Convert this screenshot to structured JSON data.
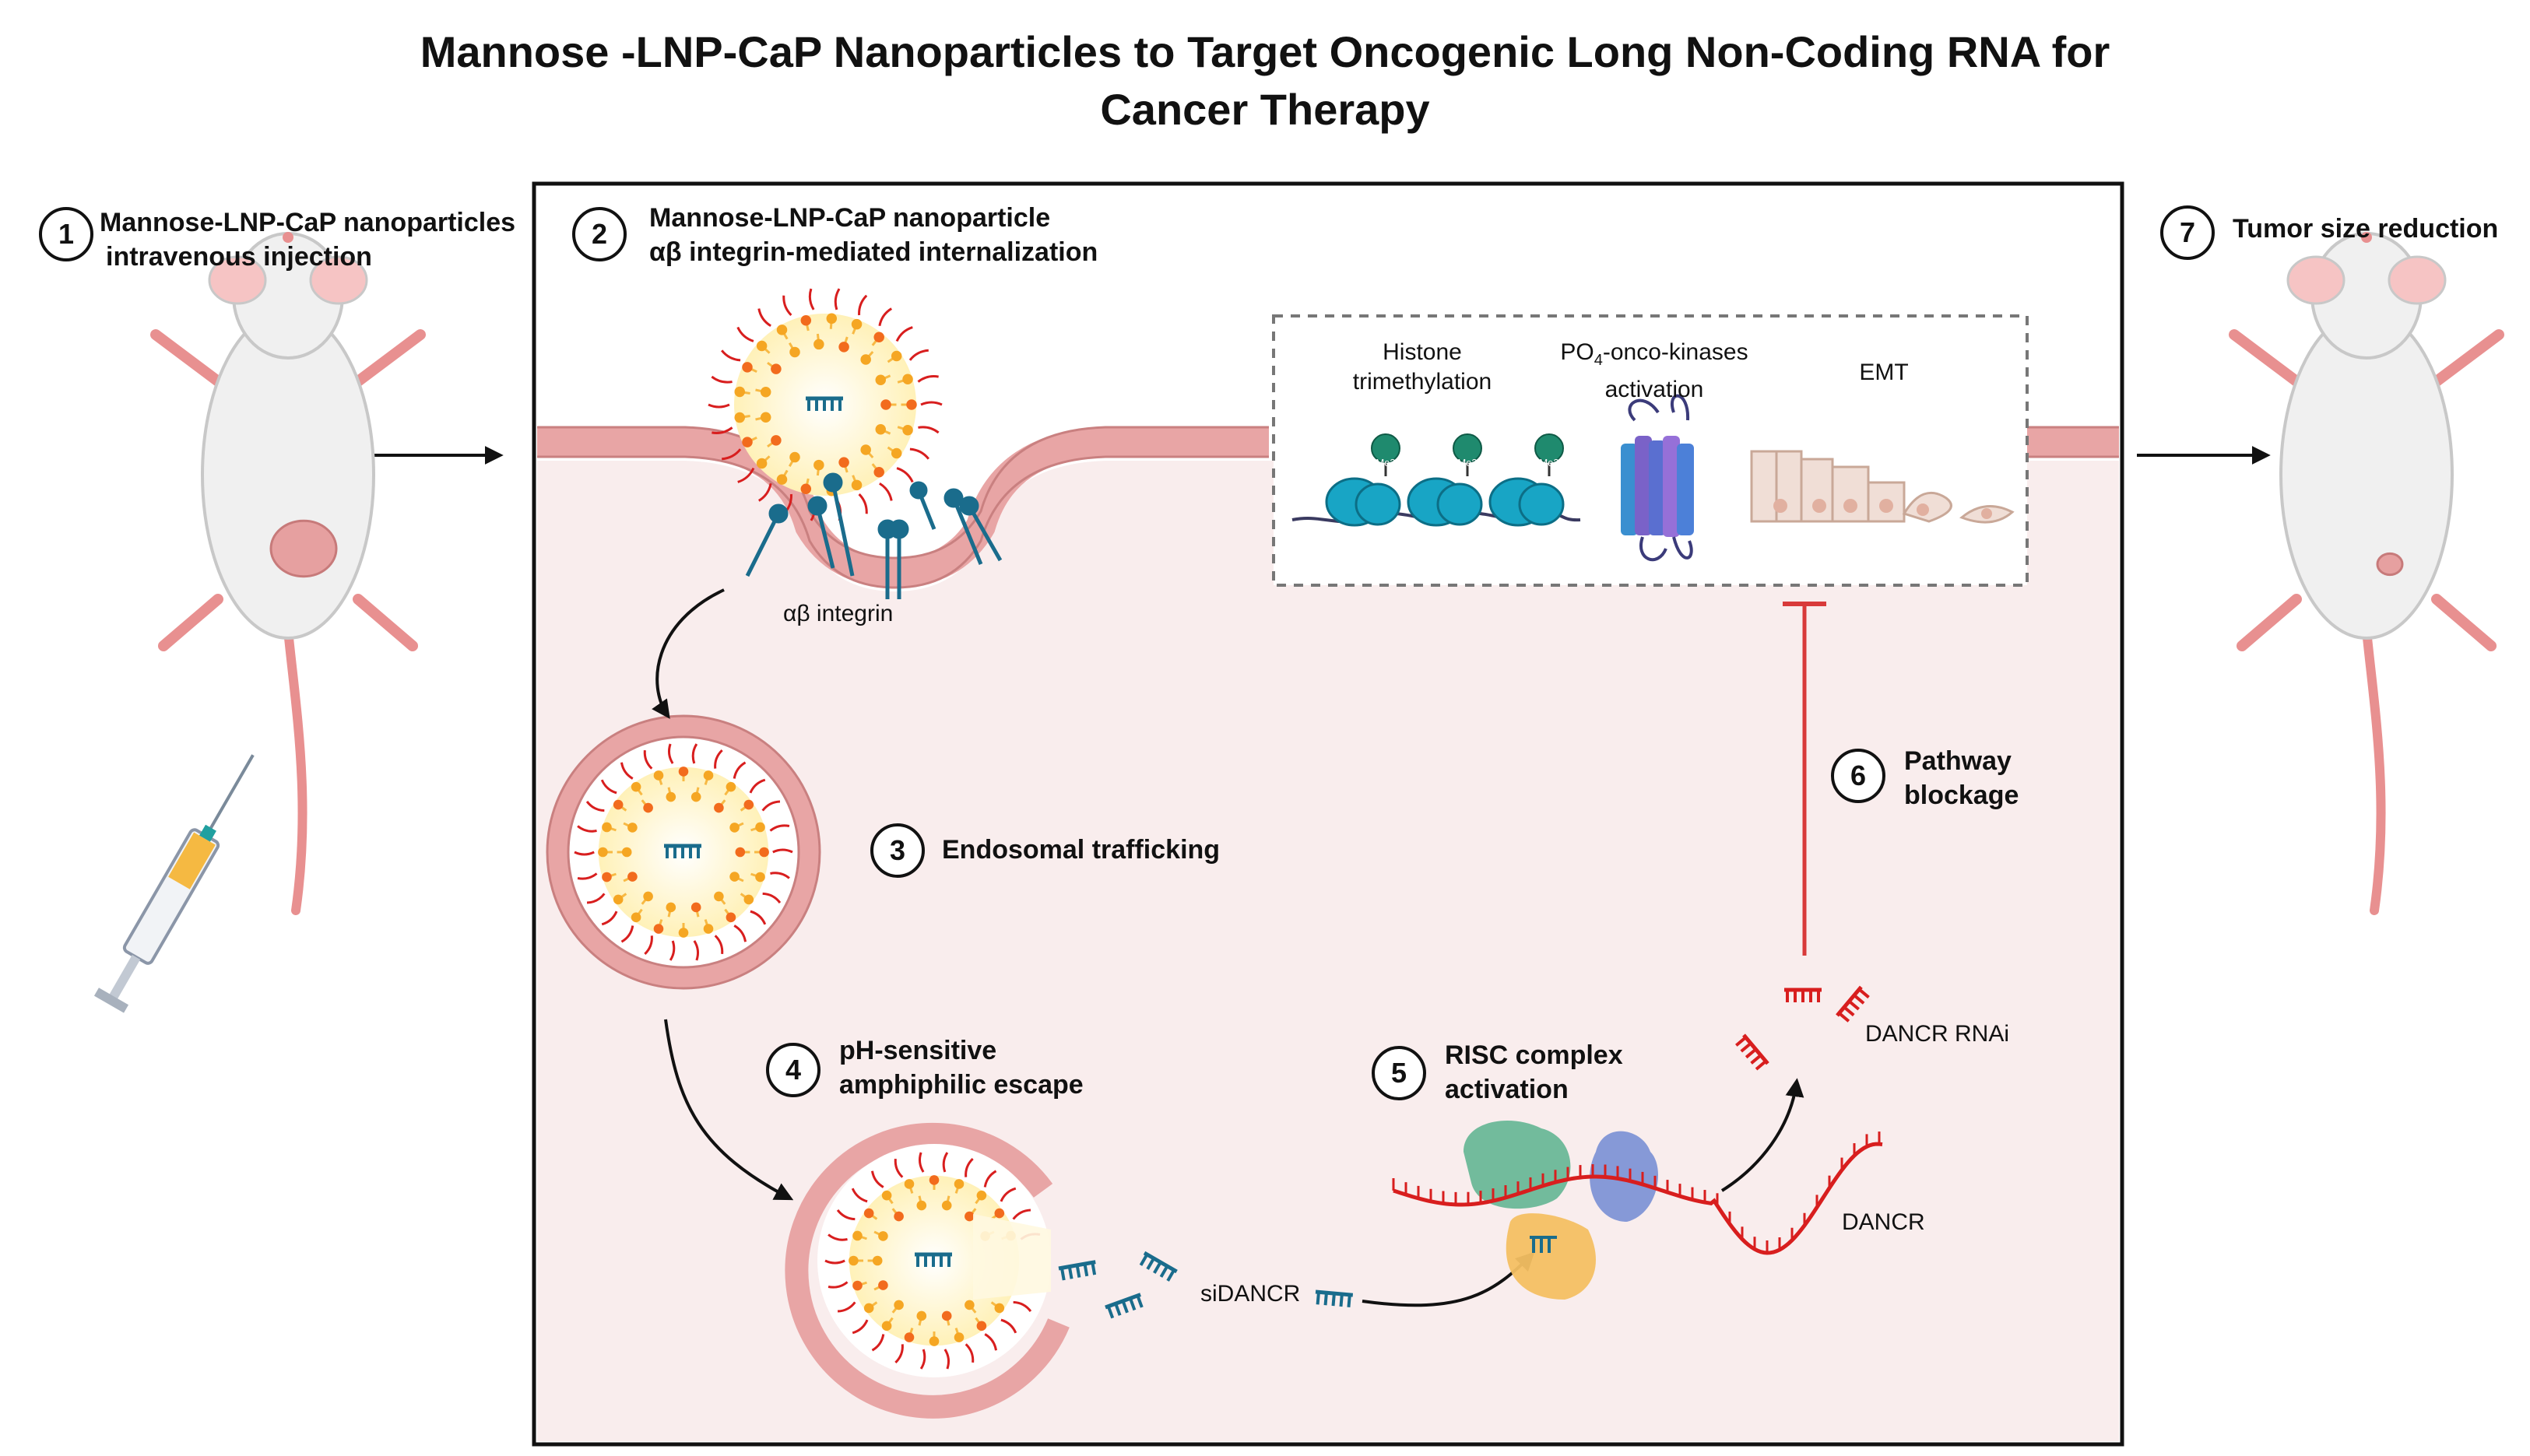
{
  "title": {
    "line1": "Mannose -LNP-CaP Nanoparticles to Target Oncogenic Long Non-Coding RNA for",
    "line2": "Cancer Therapy"
  },
  "steps": [
    {
      "num": "1",
      "line1": "Mannose-LNP-CaP nanoparticles",
      "line2": "intravenous injection"
    },
    {
      "num": "2",
      "line1": "Mannose-LNP-CaP nanoparticle",
      "line2": "αβ integrin-mediated internalization"
    },
    {
      "num": "3",
      "line1": "Endosomal trafficking"
    },
    {
      "num": "4",
      "line1": "pH-sensitive",
      "line2": "amphiphilic escape"
    },
    {
      "num": "5",
      "line1": "RISC complex",
      "line2": "activation"
    },
    {
      "num": "6",
      "line1": "Pathway",
      "line2": "blockage"
    },
    {
      "num": "7",
      "line1": "Tumor size reduction"
    }
  ],
  "labels": {
    "integrin": "αβ integrin",
    "histone_line1": "Histone",
    "histone_line2": "trimethylation",
    "kinase_prefix": "PO",
    "kinase_sub": "4",
    "kinase_suffix": "-onco-kinases",
    "kinase_line2": "activation",
    "emt": "EMT",
    "me3": "Me3",
    "sidancr": "siDANCR",
    "dancr": "DANCR",
    "dancr_rnai": "DANCR RNAi"
  },
  "colors": {
    "membrane": "#e8a5a5",
    "cytoplasm": "#f9eded",
    "lipid_head": "#f5a623",
    "lipid_core": "#fff3c4",
    "rna_red": "#d81e1e",
    "sirna_blue": "#1a6c8c",
    "nucleosome": "#1aa0c0",
    "inhibit": "#d83a3a"
  }
}
